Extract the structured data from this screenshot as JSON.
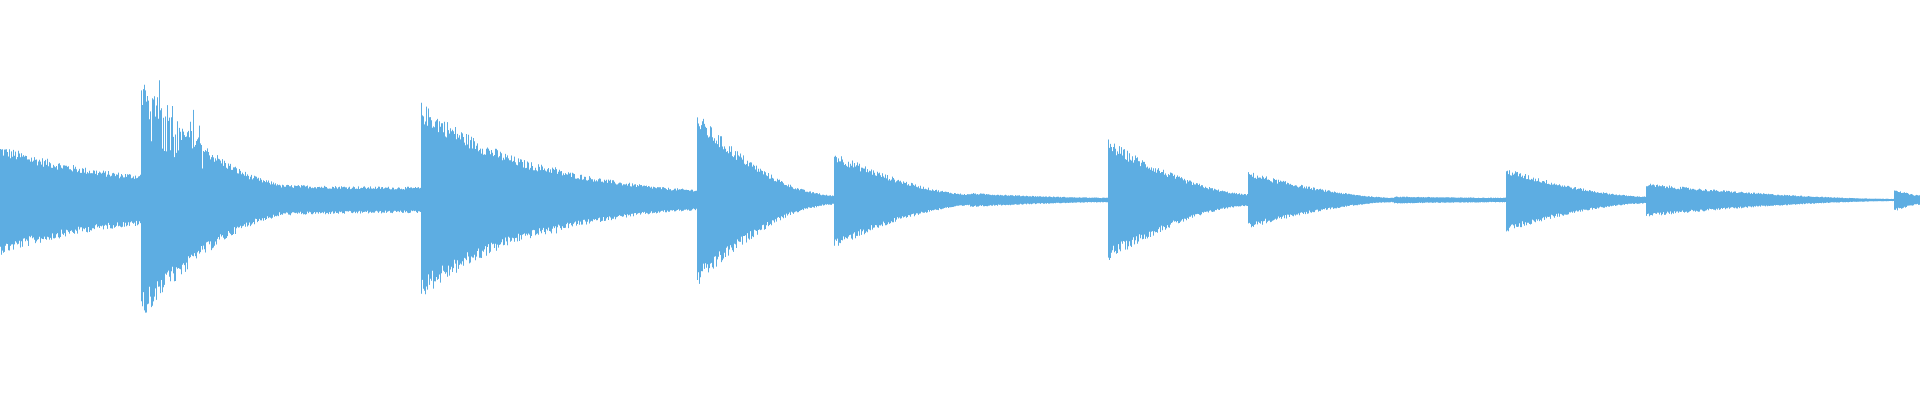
{
  "waveform": {
    "color": "#5dade2",
    "background": "#ffffff",
    "duration_fraction_segments": [
      {
        "start": 0.0,
        "peak": 0.46,
        "decay_to": 0.22,
        "end": 0.073,
        "spiky": false
      },
      {
        "start": 0.073,
        "peak": 1.0,
        "decay_to": 0.15,
        "end": 0.145,
        "spiky": true
      },
      {
        "start": 0.145,
        "peak": 0.13,
        "decay_to": 0.11,
        "end": 0.219,
        "spiky": false
      },
      {
        "start": 0.219,
        "peak": 0.82,
        "decay_to": 0.28,
        "end": 0.29,
        "spiky": false
      },
      {
        "start": 0.29,
        "peak": 0.26,
        "decay_to": 0.09,
        "end": 0.363,
        "spiky": false
      },
      {
        "start": 0.363,
        "peak": 0.73,
        "decay_to": 0.06,
        "end": 0.427,
        "spiky": false
      },
      {
        "start": 0.427,
        "peak": 0.05,
        "decay_to": 0.04,
        "end": 0.434,
        "spiky": false
      },
      {
        "start": 0.434,
        "peak": 0.41,
        "decay_to": 0.05,
        "end": 0.505,
        "spiky": false
      },
      {
        "start": 0.505,
        "peak": 0.06,
        "decay_to": 0.02,
        "end": 0.577,
        "spiky": false
      },
      {
        "start": 0.577,
        "peak": 0.51,
        "decay_to": 0.05,
        "end": 0.65,
        "spiky": false
      },
      {
        "start": 0.65,
        "peak": 0.24,
        "decay_to": 0.02,
        "end": 0.726,
        "spiky": false
      },
      {
        "start": 0.726,
        "peak": 0.03,
        "decay_to": 0.02,
        "end": 0.784,
        "spiky": false
      },
      {
        "start": 0.784,
        "peak": 0.27,
        "decay_to": 0.03,
        "end": 0.857,
        "spiky": false
      },
      {
        "start": 0.857,
        "peak": 0.14,
        "decay_to": 0.01,
        "end": 0.986,
        "spiky": false
      },
      {
        "start": 0.986,
        "peak": 0.1,
        "decay_to": 0.04,
        "end": 1.0,
        "spiky": false
      }
    ]
  }
}
